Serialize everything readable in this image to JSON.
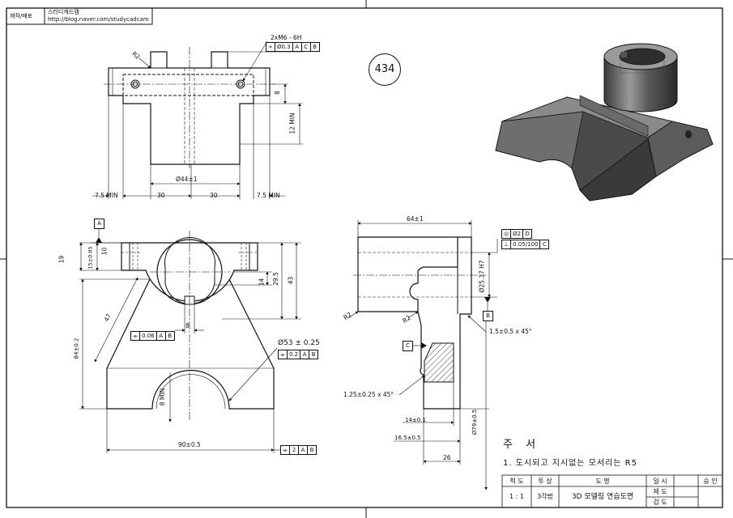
{
  "header": {
    "producer_label": "제작/배포",
    "producer_name": "스터디캐드캠",
    "producer_url": "http://blog.naver.com/studycadcam"
  },
  "part_number": "434",
  "top_view": {
    "tapped_hole": "2xM6 - 6H",
    "hole_fcf": [
      "⌖",
      "Ø0.3",
      "A",
      "C",
      "B"
    ],
    "radius": "R2",
    "dim_8": "8",
    "dim_12min": "12 MIN",
    "dim_dia44": "Ø44±1",
    "dim_7_5_left": "7.5 MIN",
    "dim_30_left": "30",
    "dim_30_right": "30",
    "dim_7_5_right": "7.5 MIN"
  },
  "front_view": {
    "datum_a": "A",
    "dim_19": "19",
    "dim_15": "15±0.05",
    "dim_10": "10",
    "dim_14": "14",
    "dim_29_5": "29.5",
    "dim_43": "43",
    "dim_47": "47",
    "dim_8": "8",
    "sym_fcf": [
      "⌯",
      "0.06",
      "A",
      "B"
    ],
    "dim_84": "84±0.2",
    "dim_dia53": "Ø53 ± 0.25",
    "dia53_fcf": [
      "⌯",
      "0.2",
      "A",
      "B"
    ],
    "dim_8min": "8 MIN",
    "dim_90": "90±0.5",
    "bottom_fcf": [
      "⌯",
      "2",
      "A",
      "B"
    ]
  },
  "side_view": {
    "dim_64": "64±1",
    "conc_fcf": [
      "◎",
      "Ø2",
      "D"
    ],
    "perp_fcf": [
      "⊥",
      "0.05/100",
      "C"
    ],
    "dim_bore": "Ø25.37 H7",
    "datum_b": "B",
    "r2_left": "R2",
    "r2_mid": "R2",
    "chamfer_1": "1.5±0.5 x 45°",
    "datum_c": "C",
    "chamfer_2": "1.25±0.25 x 45°",
    "dim_14": "14±0.1",
    "dim_16_5": "16.5±0.5",
    "dim_79": "Ø79±0.5",
    "dim_26": "26"
  },
  "notes": {
    "title": "주 서",
    "line1": "1. 도시되고 지시없는 모서리는 R5"
  },
  "title_block": {
    "scale_h": "척 도",
    "proj_h": "투 상",
    "name_h": "도 명",
    "date_h": "일 시",
    "approve_h": "승 인",
    "scale": "1 : 1",
    "proj": "3각법",
    "name": "3D 모델링 연습도면",
    "drawn_h": "제 도",
    "check_h": "검 도"
  }
}
